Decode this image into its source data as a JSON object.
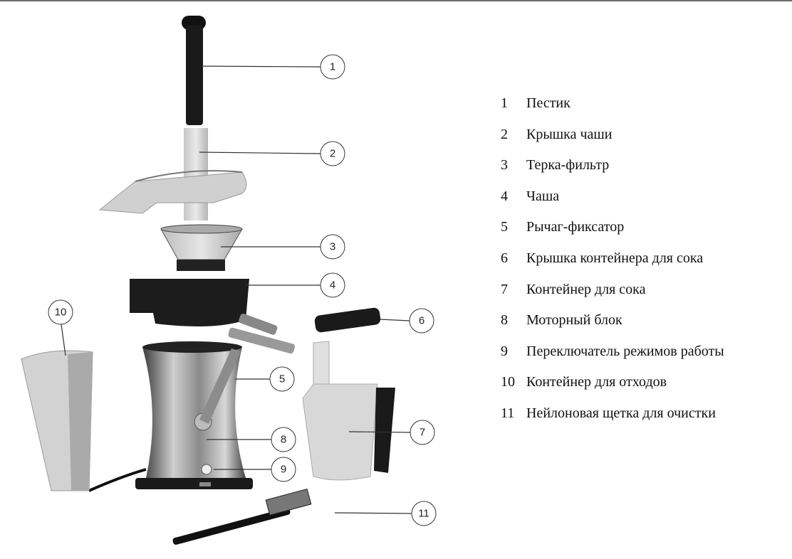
{
  "callouts": [
    "1",
    "2",
    "3",
    "4",
    "5",
    "6",
    "7",
    "8",
    "9",
    "10",
    "11"
  ],
  "legend": [
    {
      "num": "1",
      "label": "Пестик"
    },
    {
      "num": "2",
      "label": "Крышка чаши"
    },
    {
      "num": "3",
      "label": "Терка-фильтр"
    },
    {
      "num": "4",
      "label": "Чаша"
    },
    {
      "num": "5",
      "label": "Рычаг-фиксатор"
    },
    {
      "num": "6",
      "label": "Крышка контейнера для сока"
    },
    {
      "num": "7",
      "label": "Контейнер для сока"
    },
    {
      "num": "8",
      "label": "Моторный блок"
    },
    {
      "num": "9",
      "label": "Переключатель режимов работы"
    },
    {
      "num": "10",
      "label": "Контейнер для отходов"
    },
    {
      "num": "11",
      "label": "Нейлоновая щетка для очистки"
    }
  ]
}
